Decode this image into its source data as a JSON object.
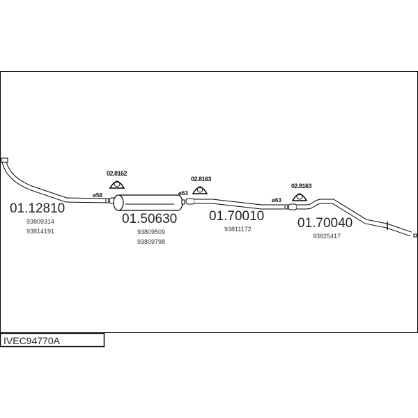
{
  "title_code": "IVEC94770A",
  "parts": [
    {
      "number": "01.12810",
      "refs": [
        "93809314",
        "93814191"
      ]
    },
    {
      "number": "01.50630",
      "refs": [
        "93809509",
        "93809798"
      ]
    },
    {
      "number": "01.70010",
      "refs": [
        "93811172"
      ]
    },
    {
      "number": "01.70040",
      "refs": [
        "93825417"
      ]
    }
  ],
  "clamps": [
    "02.8162",
    "02.8163",
    "02.8163"
  ],
  "diameters": [
    "ø58",
    "ø63",
    "ø63"
  ]
}
